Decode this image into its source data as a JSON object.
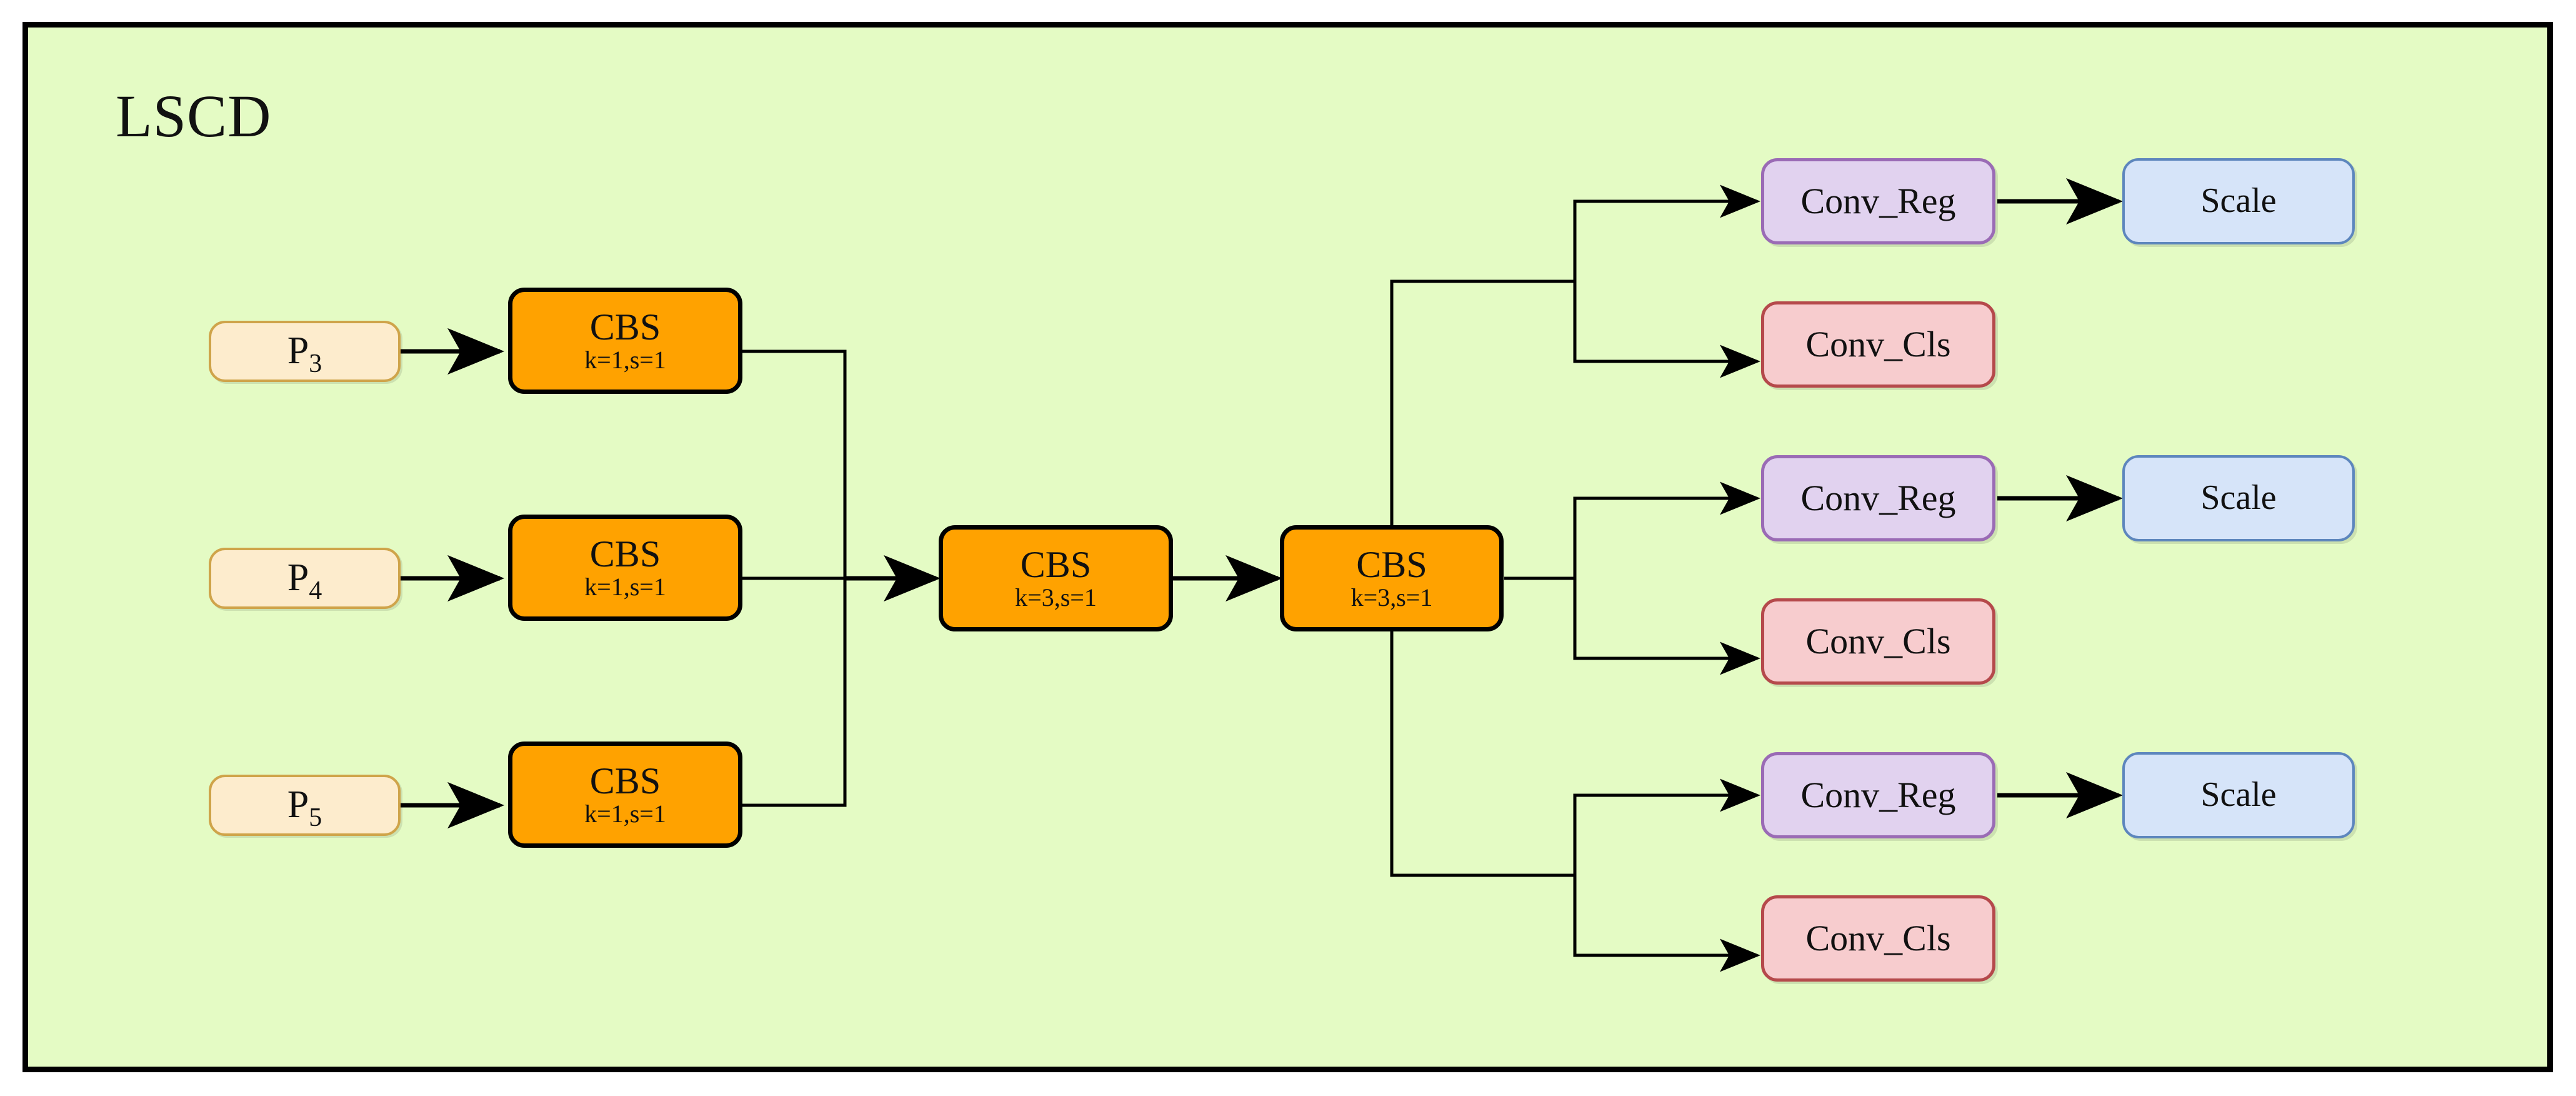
{
  "panel": {
    "title": "LSCD",
    "background_color": "#e4fbc4",
    "border_color": "#000000"
  },
  "colors": {
    "input_fill": "#fdeccd",
    "input_border": "#cfa44a",
    "cbs_fill": "#ffa200",
    "cbs_border": "#000000",
    "conv_reg_fill": "#e1d2ef",
    "conv_reg_border": "#9a6bb5",
    "conv_cls_fill": "#f7ccce",
    "conv_cls_border": "#b5494b",
    "scale_fill": "#d6e4f9",
    "scale_border": "#5d86bd",
    "wire": "#000000"
  },
  "inputs": [
    {
      "label": "P",
      "sub": "3"
    },
    {
      "label": "P",
      "sub": "4"
    },
    {
      "label": "P",
      "sub": "5"
    }
  ],
  "cbs_lateral": [
    {
      "title": "CBS",
      "params": "k=1,s=1"
    },
    {
      "title": "CBS",
      "params": "k=1,s=1"
    },
    {
      "title": "CBS",
      "params": "k=1,s=1"
    }
  ],
  "cbs_trunk": [
    {
      "title": "CBS",
      "params": "k=3,s=1"
    },
    {
      "title": "CBS",
      "params": "k=3,s=1"
    }
  ],
  "heads": [
    {
      "reg": "Conv_Reg",
      "cls": "Conv_Cls",
      "scale": "Scale"
    },
    {
      "reg": "Conv_Reg",
      "cls": "Conv_Cls",
      "scale": "Scale"
    },
    {
      "reg": "Conv_Reg",
      "cls": "Conv_Cls",
      "scale": "Scale"
    }
  ]
}
